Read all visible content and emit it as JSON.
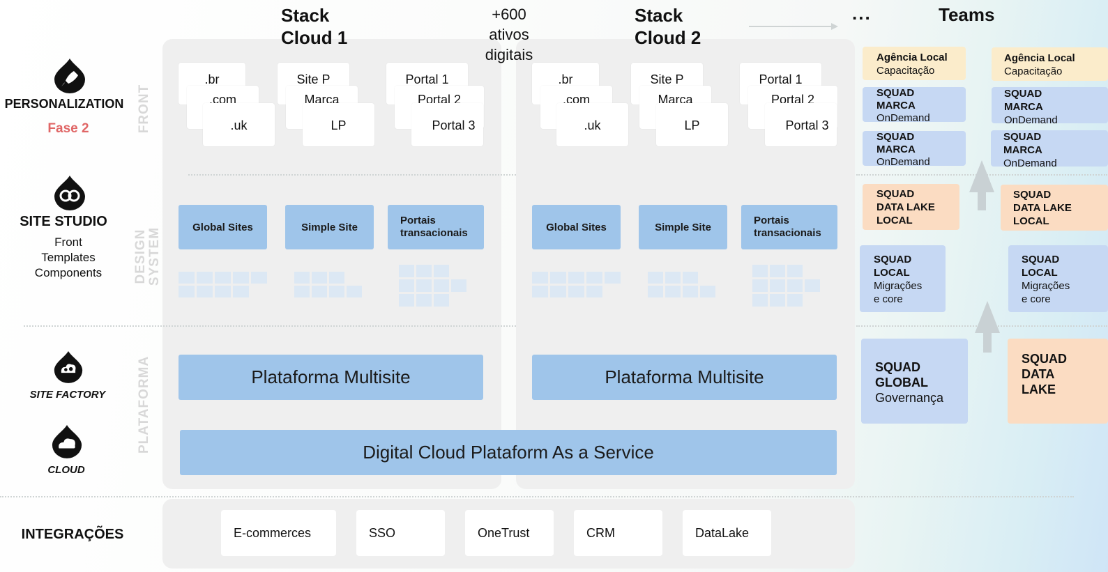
{
  "stacks": [
    {
      "title_line1": "Stack",
      "title_line2": "Cloud 1",
      "front_cards": [
        ".br",
        ".com",
        ".uk",
        "Site P",
        "Marca",
        "LP",
        "Portal 1",
        "Portal 2",
        "Portal 3"
      ],
      "design_boxes": [
        "Global Sites",
        "Simple Site",
        "Portais transacionais"
      ],
      "platform_bar": "Plataforma Multisite"
    },
    {
      "title_line1": "Stack",
      "title_line2": "Cloud 2",
      "front_cards": [
        ".br",
        ".com",
        ".uk",
        "Site P",
        "Marca",
        "LP",
        "Portal 1",
        "Portal 2",
        "Portal 3"
      ],
      "design_boxes": [
        "Global Sites",
        "Simple Site",
        "Portais transacionais"
      ],
      "platform_bar": "Plataforma Multisite"
    }
  ],
  "assets_count": "+600",
  "assets_line2": "ativos",
  "assets_line3": "digitais",
  "ellipsis": "...",
  "teams_title": "Teams",
  "cloud_bar": "Digital Cloud Plataform As a Service",
  "layers": {
    "front": "FRONT",
    "design": "DESIGN SYSTEM",
    "platform": "PLATAFORMA"
  },
  "left": {
    "personalization": "PERSONALIZATION",
    "fase": "Fase 2",
    "site_studio": "SITE STUDIO",
    "site_studio_sub1": "Front",
    "site_studio_sub2": "Templates",
    "site_studio_sub3": "Components",
    "site_factory": "SITE FACTORY",
    "cloud": "CLOUD",
    "integracoes": "INTEGRAÇÕES"
  },
  "teams": {
    "col1": {
      "agencia_title": "Agência Local",
      "agencia_sub": "Capacitação",
      "squad_marca_1": "SQUAD",
      "squad_marca_2": "MARCA",
      "squad_marca_3": "OnDemand",
      "datalake_1": "SQUAD",
      "datalake_2": "DATA LAKE",
      "datalake_3": "LOCAL",
      "local_1": "SQUAD",
      "local_2": "LOCAL",
      "local_3": "Migrações",
      "local_4": "e core",
      "global_1": "SQUAD",
      "global_2": "GLOBAL",
      "global_3": "Governança"
    },
    "col2": {
      "agencia_title": "Agência Local",
      "agencia_sub": "Capacitação",
      "squad_marca_1": "SQUAD",
      "squad_marca_2": "MARCA",
      "squad_marca_3": "OnDemand",
      "datalake_1": "SQUAD",
      "datalake_2": "DATA LAKE",
      "datalake_3": "LOCAL",
      "local_1": "SQUAD",
      "local_2": "LOCAL",
      "local_3": "Migrações",
      "local_4": "e core",
      "bigdl_1": "SQUAD",
      "bigdl_2": "DATA",
      "bigdl_3": "LAKE"
    }
  },
  "integrations": [
    "E-commerces",
    "SSO",
    "OneTrust",
    "CRM",
    "DataLake"
  ],
  "colors": {
    "box_blue": "#9fc5ea",
    "fase_red": "#e06666",
    "panel": "#efefef"
  }
}
